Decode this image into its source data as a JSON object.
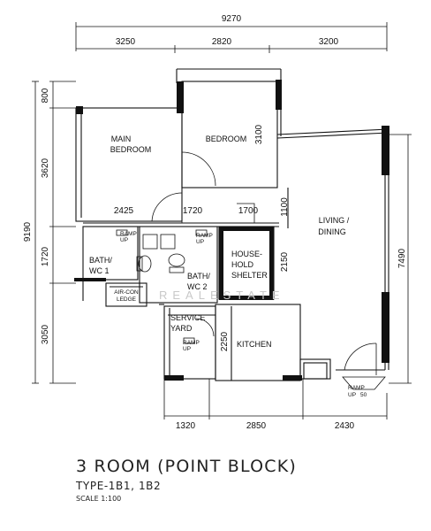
{
  "dimensions": {
    "top_total": "9270",
    "top_segments": [
      "3250",
      "2820",
      "3200"
    ],
    "left_total": "9190",
    "left_segments": [
      "800",
      "3620",
      "1720",
      "3050"
    ],
    "right": "7490",
    "bottom_segments": [
      "1320",
      "2850",
      "2430"
    ],
    "interior": [
      "2425",
      "1720",
      "1700",
      "3100",
      "1100",
      "2150",
      "2250"
    ]
  },
  "rooms": {
    "main_bedroom": [
      "MAIN",
      "BEDROOM"
    ],
    "bedroom": "BEDROOM",
    "living_dining": [
      "LIVING /",
      "DINING"
    ],
    "bath_wc1": [
      "BATH/",
      "WC 1"
    ],
    "bath_wc2": [
      "BATH/",
      "WC 2"
    ],
    "household_shelter": [
      "HOUSE-",
      "HOLD",
      "SHELTER"
    ],
    "aircon_ledge": [
      "AIR-CON",
      "LEDGE"
    ],
    "service_yard": [
      "SERVICE",
      "YARD"
    ],
    "kitchen": "KITCHEN"
  },
  "ramp_labels": [
    "RAMP",
    "UP"
  ],
  "ramp_entry": [
    "RAMP",
    "UP",
    "50"
  ],
  "watermark": "REALESTATE",
  "title": "3 ROOM (POINT BLOCK)",
  "type": "TYPE-1B1, 1B2",
  "scale": "SCALE 1:100"
}
